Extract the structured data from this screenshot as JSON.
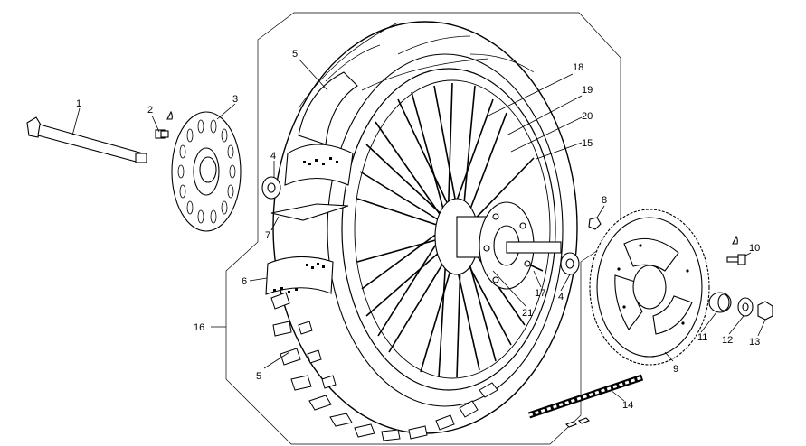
{
  "diagram": {
    "callouts": [
      {
        "id": "c1",
        "text": "1"
      },
      {
        "id": "c2",
        "text": "2"
      },
      {
        "id": "c3",
        "text": "3"
      },
      {
        "id": "c4a",
        "text": "4"
      },
      {
        "id": "c4b",
        "text": "4"
      },
      {
        "id": "c5a",
        "text": "5"
      },
      {
        "id": "c5b",
        "text": "5"
      },
      {
        "id": "c6",
        "text": "6"
      },
      {
        "id": "c7",
        "text": "7"
      },
      {
        "id": "c8",
        "text": "8"
      },
      {
        "id": "c9",
        "text": "9"
      },
      {
        "id": "c10",
        "text": "10"
      },
      {
        "id": "c11",
        "text": "11"
      },
      {
        "id": "c12",
        "text": "12"
      },
      {
        "id": "c13",
        "text": "13"
      },
      {
        "id": "c14",
        "text": "14"
      },
      {
        "id": "c15",
        "text": "15"
      },
      {
        "id": "c16",
        "text": "16"
      },
      {
        "id": "c17",
        "text": "17"
      },
      {
        "id": "c18",
        "text": "18"
      },
      {
        "id": "c19",
        "text": "19"
      },
      {
        "id": "c20",
        "text": "20"
      },
      {
        "id": "c21",
        "text": "21"
      }
    ]
  }
}
